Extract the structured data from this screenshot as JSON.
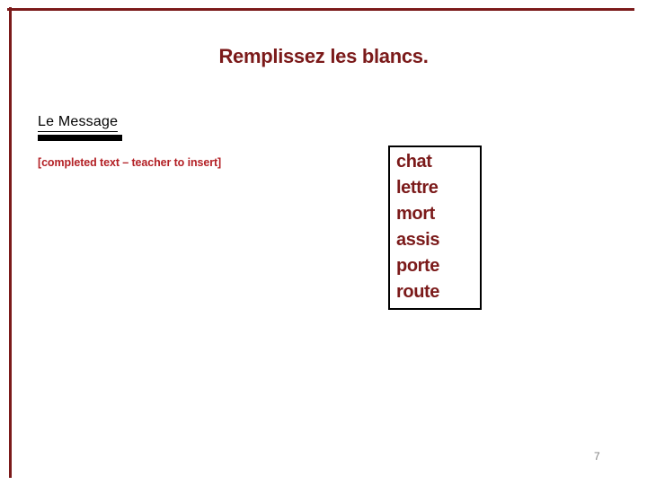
{
  "slide": {
    "title": "Remplissez les blancs.",
    "section_heading": "Le Message",
    "teacher_note": "[completed text – teacher to insert]",
    "word_bank": [
      "chat",
      "lettre",
      "mort",
      "assis",
      "porte",
      "route"
    ],
    "page_number": "7",
    "colors": {
      "accent_maroon": "#7B1A1A",
      "note_red": "#B32025",
      "heading_black": "#000000",
      "box_border": "#000000",
      "page_number_gray": "#808080",
      "background": "#FFFFFF"
    }
  }
}
